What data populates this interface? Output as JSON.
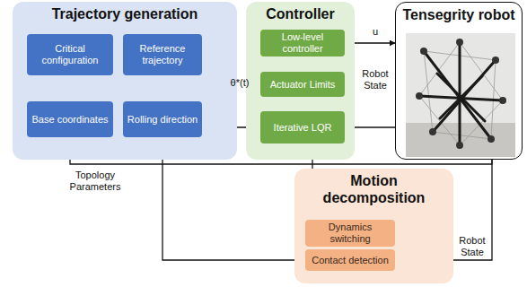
{
  "diagram": {
    "nodes": [
      {
        "text": [
          "Trajectory generation"
        ]
      },
      {
        "text": [
          "Critical configuration"
        ],
        "in": 0
      },
      {
        "text": [
          "Reference trajectory"
        ],
        "in": 0
      },
      {
        "text": [
          "Base coordinates"
        ],
        "in": 0
      },
      {
        "text": [
          "Rolling direction"
        ],
        "in": 0
      },
      {
        "text": [
          "Controller"
        ]
      },
      {
        "text": [
          "Low-level controller"
        ],
        "in": 5
      },
      {
        "text": [
          "Actuator Limits"
        ],
        "in": 5
      },
      {
        "text": [
          "Iterative LQR"
        ],
        "in": 5
      },
      {
        "text": [
          "Tensegrity robot"
        ]
      },
      {
        "text": [
          "Motion decomposition"
        ]
      },
      {
        "text": [
          "Dynamics switching"
        ],
        "in": 10
      },
      {
        "text": [
          "Contact detection"
        ],
        "in": 10
      }
    ],
    "edges": [
      {
        "from": 1,
        "to": 2,
        "arrow": "to"
      },
      {
        "from": 2,
        "to": 8,
        "arrow": "to",
        "label": "θ*(t)"
      },
      {
        "from": 3,
        "to": 1,
        "arrow": "to"
      },
      {
        "from": 4,
        "to": 1,
        "arrow": "to"
      },
      {
        "from": 6,
        "to": 9,
        "arrow": "to",
        "label": "u"
      },
      {
        "from": 9,
        "to": 8,
        "arrow": "to",
        "label": "Robot State"
      },
      {
        "from": 9,
        "to": 3,
        "arrow": "to",
        "label": "Topology Parameters"
      },
      {
        "from": 9,
        "to": 12,
        "arrow": "to",
        "label": "Robot State"
      },
      {
        "from": 12,
        "to": 11,
        "arrow": "to"
      },
      {
        "from": 12,
        "to": 4,
        "arrow": "to"
      },
      {
        "from": 11,
        "to": 8,
        "arrow": "to"
      },
      {
        "from": 8,
        "to": 7,
        "arrow": "to"
      },
      {
        "from": 7,
        "to": 6,
        "arrow": "to"
      }
    ]
  }
}
